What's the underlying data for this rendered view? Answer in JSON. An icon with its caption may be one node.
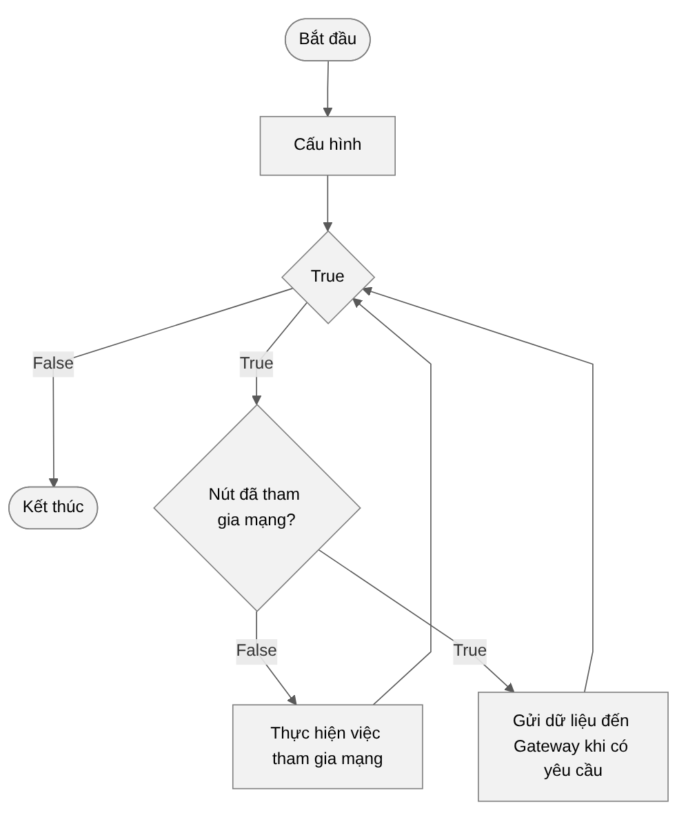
{
  "diagram": {
    "nodes": [
      {
        "text": [
          "Bắt đầu"
        ]
      },
      {
        "text": [
          "Cấu hình"
        ]
      },
      {
        "text": [
          "True"
        ]
      },
      {
        "text": [
          "Kết thúc"
        ]
      },
      {
        "text": [
          "Nút đã tham gia mạng?"
        ]
      },
      {
        "text": [
          "Thực hiện việc tham gia mạng"
        ]
      },
      {
        "text": [
          "Gửi dữ liệu đến Gateway khi có yêu cầu"
        ]
      }
    ],
    "edges": [
      {
        "from": 0,
        "to": 1,
        "arrow": "to"
      },
      {
        "from": 1,
        "to": 2,
        "arrow": "to"
      },
      {
        "from": 6,
        "to": 2,
        "arrow": "to"
      },
      {
        "from": 2,
        "to": 3,
        "arrow": "to",
        "label": "False"
      },
      {
        "from": 2,
        "to": 4,
        "arrow": "to",
        "label": "True"
      },
      {
        "from": 4,
        "to": 5,
        "arrow": "to",
        "label": "False"
      },
      {
        "from": 5,
        "to": 2,
        "arrow": "to"
      },
      {
        "from": 4,
        "to": 6,
        "arrow": "to",
        "label": "True"
      }
    ]
  }
}
